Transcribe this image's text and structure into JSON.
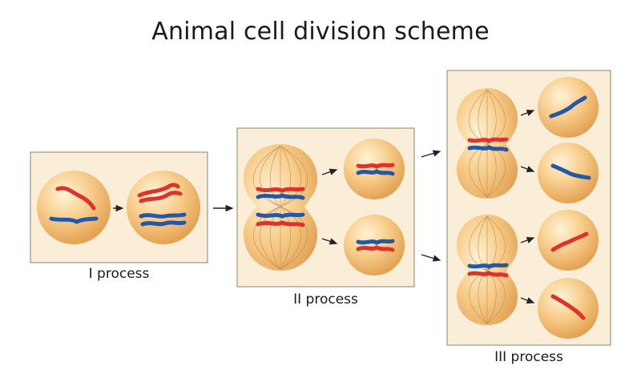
{
  "title": "Animal cell division scheme",
  "stages": [
    {
      "label": "I process"
    },
    {
      "label": "II process"
    },
    {
      "label": "III process"
    }
  ],
  "colors": {
    "panel_fill": "#fbeed9",
    "panel_stroke": "#8a8373",
    "cell_light": "#fde2b0",
    "cell_mid": "#f6c783",
    "cell_dark": "#e2a052",
    "chromosome_red": "#e0322d",
    "chromosome_blue": "#2358a8",
    "arrow": "#222222"
  }
}
